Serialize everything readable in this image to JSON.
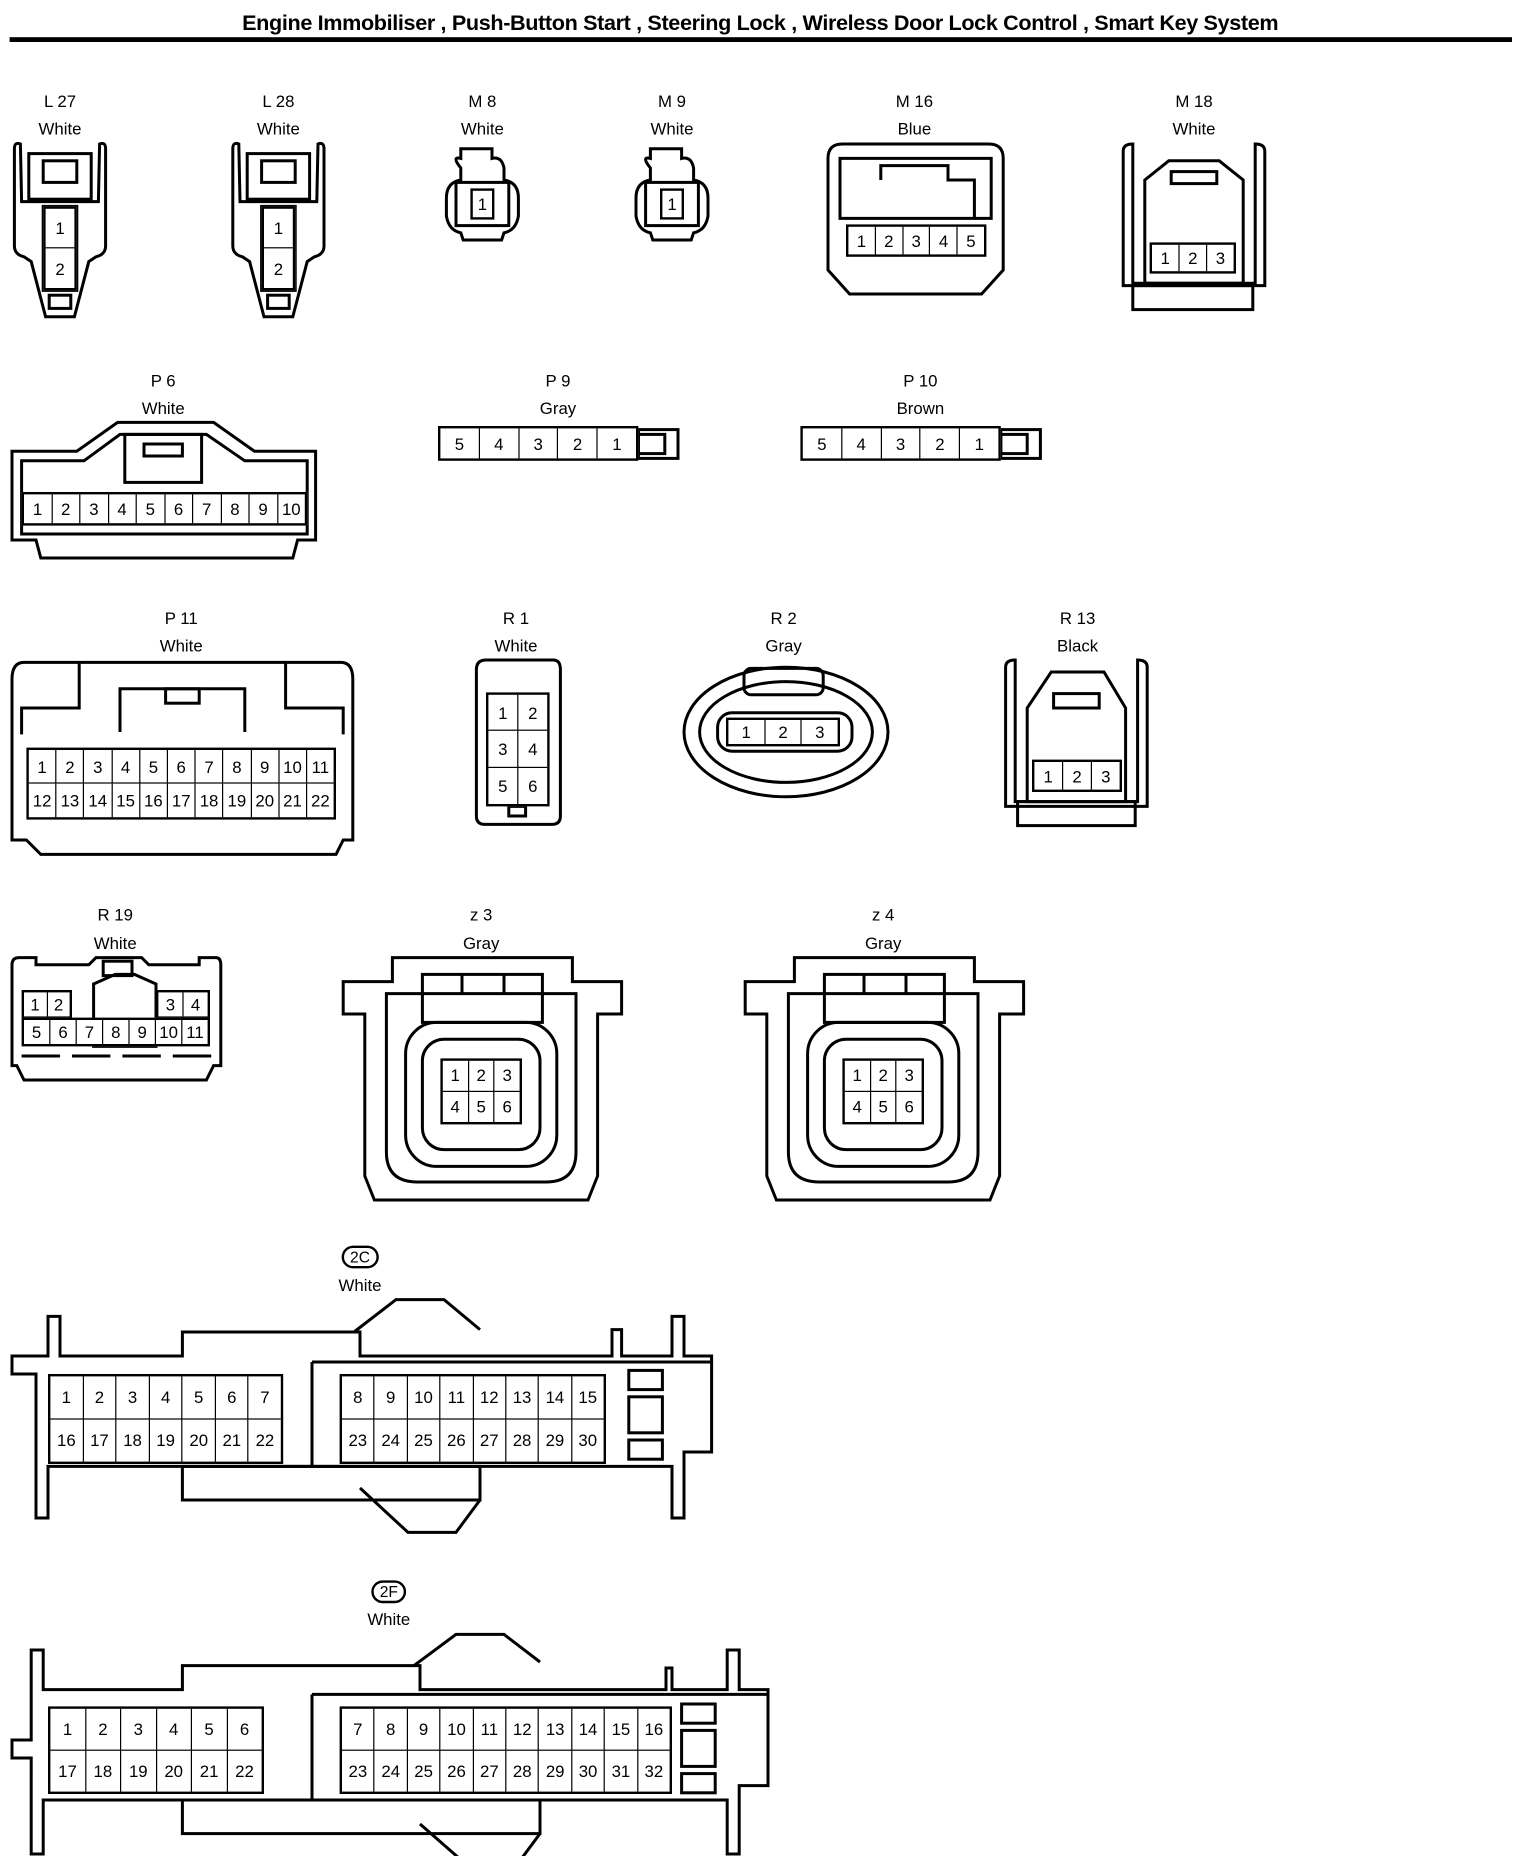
{
  "title": "Engine Immobiliser , Push-Button Start , Steering Lock , Wireless Door Lock Control , Smart Key System",
  "connectors": [
    {
      "id": "L 27",
      "color": "White",
      "pin_groups": [
        [
          [
            "1"
          ],
          [
            "2"
          ]
        ]
      ]
    },
    {
      "id": "L 28",
      "color": "White",
      "pin_groups": [
        [
          [
            "1"
          ],
          [
            "2"
          ]
        ]
      ]
    },
    {
      "id": "M 8",
      "color": "White",
      "pin_groups": [
        [
          [
            "1"
          ]
        ]
      ]
    },
    {
      "id": "M 9",
      "color": "White",
      "pin_groups": [
        [
          [
            "1"
          ]
        ]
      ]
    },
    {
      "id": "M 16",
      "color": "Blue",
      "pin_groups": [
        [
          [
            "1",
            "2",
            "3",
            "4",
            "5"
          ]
        ]
      ]
    },
    {
      "id": "M 18",
      "color": "White",
      "pin_groups": [
        [
          [
            "1",
            "2",
            "3"
          ]
        ]
      ]
    },
    {
      "id": "P 6",
      "color": "White",
      "pin_groups": [
        [
          [
            "1",
            "2",
            "3",
            "4",
            "5",
            "6",
            "7",
            "8",
            "9",
            "10"
          ]
        ]
      ]
    },
    {
      "id": "P 9",
      "color": "Gray",
      "pin_groups": [
        [
          [
            "5",
            "4",
            "3",
            "2",
            "1"
          ]
        ]
      ]
    },
    {
      "id": "P 10",
      "color": "Brown",
      "pin_groups": [
        [
          [
            "5",
            "4",
            "3",
            "2",
            "1"
          ]
        ]
      ]
    },
    {
      "id": "P 11",
      "color": "White",
      "pin_groups": [
        [
          [
            "1",
            "2",
            "3",
            "4",
            "5",
            "6",
            "7",
            "8",
            "9",
            "10",
            "11"
          ],
          [
            "12",
            "13",
            "14",
            "15",
            "16",
            "17",
            "18",
            "19",
            "20",
            "21",
            "22"
          ]
        ]
      ]
    },
    {
      "id": "R 1",
      "color": "White",
      "pin_groups": [
        [
          [
            "1",
            "2"
          ],
          [
            "3",
            "4"
          ],
          [
            "5",
            "6"
          ]
        ]
      ]
    },
    {
      "id": "R 2",
      "color": "Gray",
      "pin_groups": [
        [
          [
            "1",
            "2",
            "3"
          ]
        ]
      ]
    },
    {
      "id": "R 13",
      "color": "Black",
      "pin_groups": [
        [
          [
            "1",
            "2",
            "3"
          ]
        ]
      ]
    },
    {
      "id": "R 19",
      "color": "White",
      "pin_groups": [
        [
          [
            "1",
            "2"
          ]
        ],
        [
          [
            "3",
            "4"
          ]
        ],
        [
          [
            "5",
            "6",
            "7",
            "8",
            "9",
            "10",
            "11"
          ]
        ]
      ]
    },
    {
      "id": "z 3",
      "color": "Gray",
      "pin_groups": [
        [
          [
            "1",
            "2",
            "3"
          ],
          [
            "4",
            "5",
            "6"
          ]
        ]
      ]
    },
    {
      "id": "z 4",
      "color": "Gray",
      "pin_groups": [
        [
          [
            "1",
            "2",
            "3"
          ],
          [
            "4",
            "5",
            "6"
          ]
        ]
      ]
    },
    {
      "id": "2C",
      "color": "White",
      "pin_groups": [
        [
          [
            "1",
            "2",
            "3",
            "4",
            "5",
            "6",
            "7"
          ],
          [
            "16",
            "17",
            "18",
            "19",
            "20",
            "21",
            "22"
          ]
        ],
        [
          [
            "8",
            "9",
            "10",
            "11",
            "12",
            "13",
            "14",
            "15"
          ],
          [
            "23",
            "24",
            "25",
            "26",
            "27",
            "28",
            "29",
            "30"
          ]
        ]
      ]
    },
    {
      "id": "2F",
      "color": "White",
      "pin_groups": [
        [
          [
            "1",
            "2",
            "3",
            "4",
            "5",
            "6"
          ],
          [
            "17",
            "18",
            "19",
            "20",
            "21",
            "22"
          ]
        ],
        [
          [
            "7",
            "8",
            "9",
            "10",
            "11",
            "12",
            "13",
            "14",
            "15",
            "16"
          ],
          [
            "23",
            "24",
            "25",
            "26",
            "27",
            "28",
            "29",
            "30",
            "31",
            "32"
          ]
        ]
      ]
    }
  ]
}
